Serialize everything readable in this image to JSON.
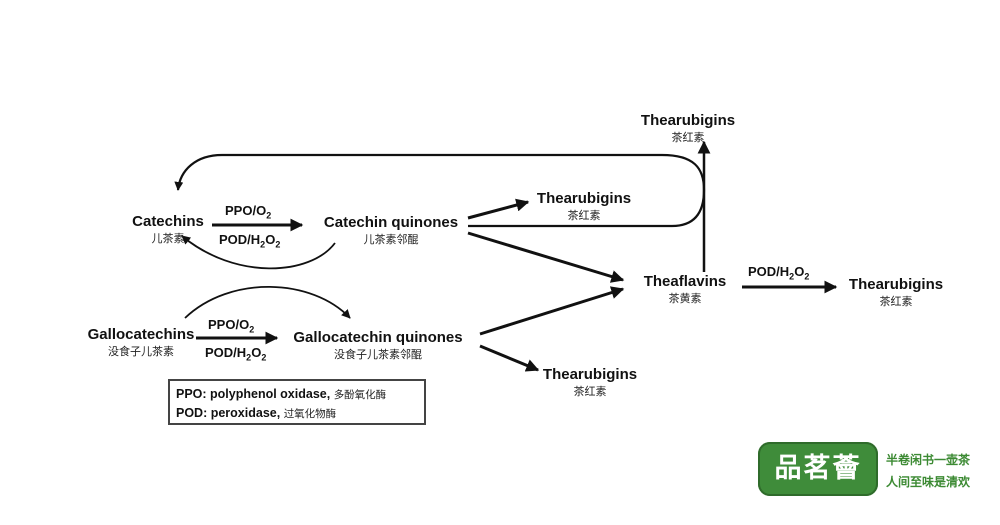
{
  "nodes": {
    "thearubigins_top": {
      "en": "Thearubigins",
      "zh": "茶红素"
    },
    "catechins": {
      "en": "Catechins",
      "zh": "儿茶素"
    },
    "catechin_quinones": {
      "en": "Catechin quinones",
      "zh": "儿茶素邻醌"
    },
    "thearubigins_mid": {
      "en": "Thearubigins",
      "zh": "茶红素"
    },
    "theaflavins": {
      "en": "Theaflavins",
      "zh": "茶黄素"
    },
    "thearubigins_right": {
      "en": "Thearubigins",
      "zh": "茶红素"
    },
    "gallocatechins": {
      "en": "Gallocatechins",
      "zh": "没食子儿茶素"
    },
    "gallocatechin_quinones": {
      "en": "Gallocatechin quinones",
      "zh": "没食子儿茶素邻醌"
    },
    "thearubigins_low": {
      "en": "Thearubigins",
      "zh": "茶红素"
    }
  },
  "enzymes": {
    "ppo_top": {
      "base": "PPO/O",
      "sub": "2"
    },
    "pod_top": {
      "base": "POD/H",
      "sub1": "2",
      "mid": "O",
      "sub2": "2"
    },
    "ppo_bottom": {
      "base": "PPO/O",
      "sub": "2"
    },
    "pod_bottom": {
      "base": "POD/H",
      "sub1": "2",
      "mid": "O",
      "sub2": "2"
    },
    "pod_right": {
      "base": "POD/H",
      "sub1": "2",
      "mid": "O",
      "sub2": "2"
    }
  },
  "legend": {
    "ppo": {
      "en": "PPO: polyphenol oxidase,",
      "zh": "多酚氧化酶"
    },
    "pod": {
      "en": "POD: peroxidase,",
      "zh": "过氧化物酶"
    }
  },
  "watermark": {
    "logo": "品茗薈",
    "slogan_line1": "半卷闲书一壶茶",
    "slogan_line2": "人间至味是清欢"
  },
  "colors": {
    "ink": "#111111",
    "brand_green": "#3f8c3a",
    "slogan_green": "#3c8a33"
  }
}
